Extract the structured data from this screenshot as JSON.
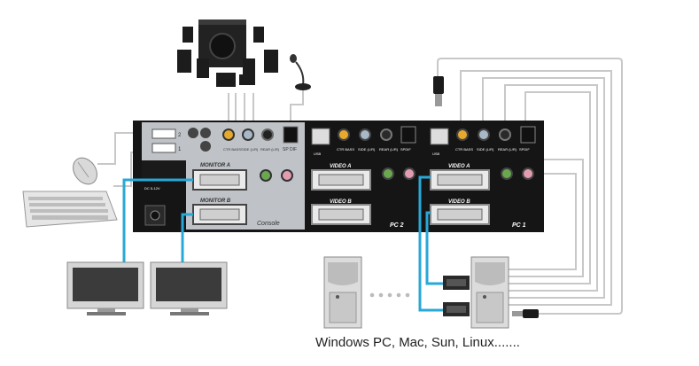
{
  "caption": "Windows PC,  Mac,  Sun, Linux.......",
  "console_panel": {
    "monitor_a_label": "MONITOR A",
    "monitor_b_label": "MONITOR B",
    "console_label": "Console",
    "dc_label": "DC 5-12V",
    "ctr_bass": "CTR BASS",
    "side": "SIDE (L/R)",
    "rear": "REAR (L/R)",
    "spdif": "SP DIF",
    "usb_port_2": "2",
    "usb_port_1": "1"
  },
  "pc2_panel": {
    "usb": "USB",
    "ctr_bass": "CTR BASS",
    "side": "SIDE (L/R)",
    "rear": "REAR (L/R)",
    "spdif": "SPDIF",
    "video_a": "VIDEO A",
    "video_b": "VIDEO B",
    "pc_label": "PC 2"
  },
  "pc1_panel": {
    "usb": "USB",
    "ctr_bass": "CTR BASS",
    "side": "SIDE (L/R)",
    "rear": "REAR (L/R)",
    "spdif": "SPDIF",
    "video_a": "VIDEO A",
    "video_b": "VIDEO B",
    "pc_label": "PC 1"
  },
  "colors": {
    "cable_blue": "#29a8d8",
    "cable_gray": "#c8c8c8",
    "panel_black": "#151515",
    "panel_gray": "#bfc2c6"
  }
}
